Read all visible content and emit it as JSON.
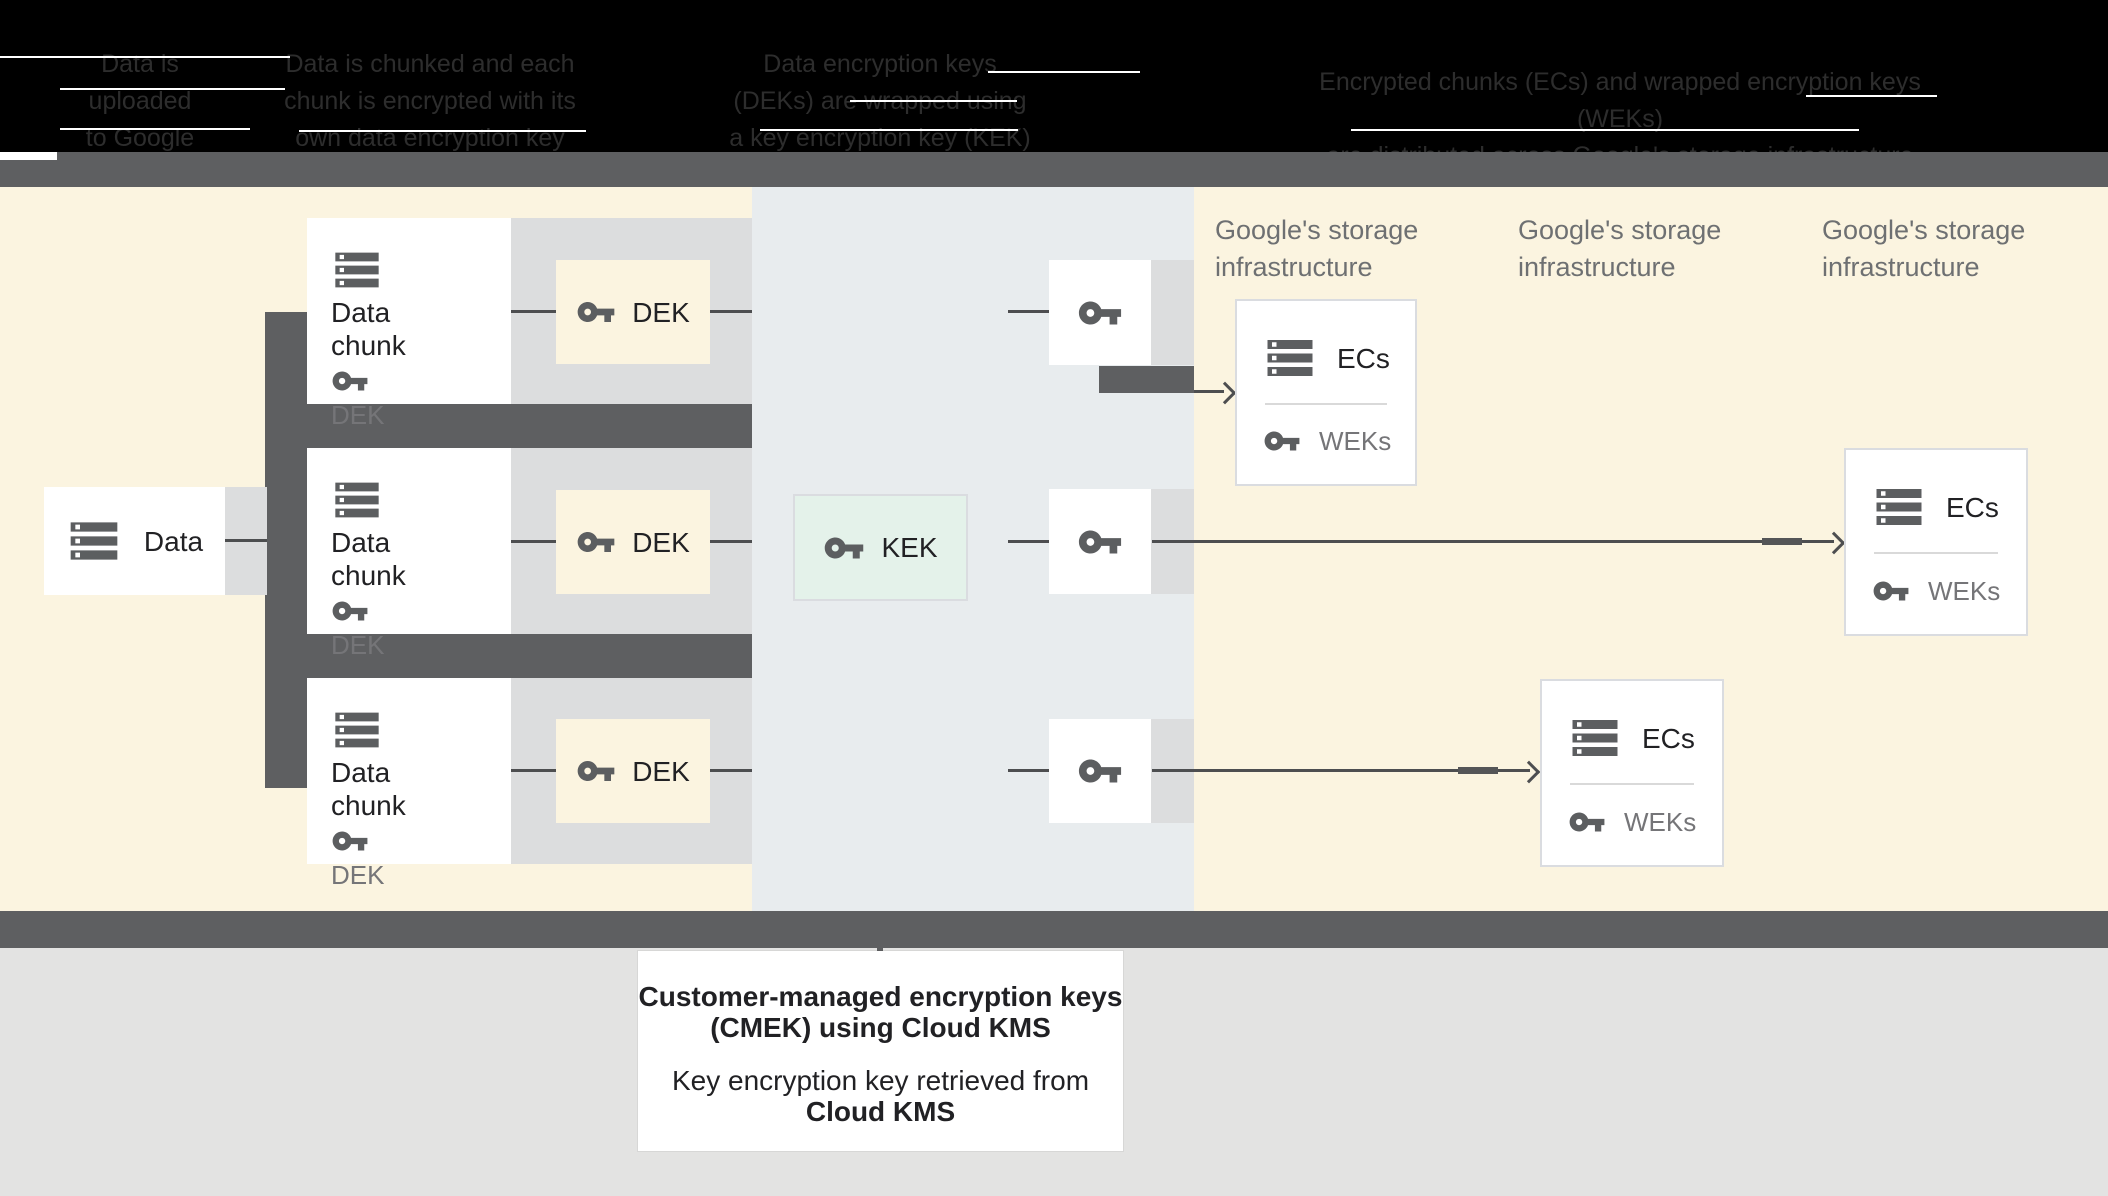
{
  "header": {
    "steps": [
      {
        "lines": [
          "Data is",
          "uploaded",
          "to Google"
        ]
      },
      {
        "lines": [
          "Data is chunked and each",
          "chunk is encrypted with its",
          "own data encryption key (DEK)"
        ]
      },
      {
        "lines": [
          "Data encryption keys",
          "(DEKs) are wrapped using",
          "a key encryption key (KEK)"
        ]
      },
      {
        "lines": [
          "Encrypted chunks (ECs) and wrapped encryption keys (WEKs)",
          "are distributed across Google's storage infrastructure"
        ]
      }
    ]
  },
  "diagram": {
    "data_label": "Data",
    "chunk_label_line1": "Data",
    "chunk_label_line2": "chunk",
    "dek_label": "DEK",
    "kek_label": "KEK",
    "ecs_label": "ECs",
    "weks_label": "WEKs",
    "storage_label": {
      "line1": "Google's storage",
      "line2": "infrastructure"
    }
  },
  "callout": {
    "title_line1": "Customer-managed encryption keys",
    "title_line2": "(CMEK) using Cloud KMS",
    "body_line1": "Key encryption key retrieved from",
    "body_line2": "Cloud KMS"
  },
  "colors": {
    "header_bg": "#000000",
    "header_text": "#2d2d2d",
    "bar_dark": "#5e5f61",
    "beige": "#fbf4e0",
    "blue_band": "#e8ecee",
    "row_gray": "#dcddde",
    "kek_green": "#e4f2ea",
    "box_border": "#dadce0",
    "icon_gray": "#5c5e60",
    "text_dark": "#212124",
    "text_gray": "#757578",
    "bottom_gray": "#e3e3e2"
  }
}
